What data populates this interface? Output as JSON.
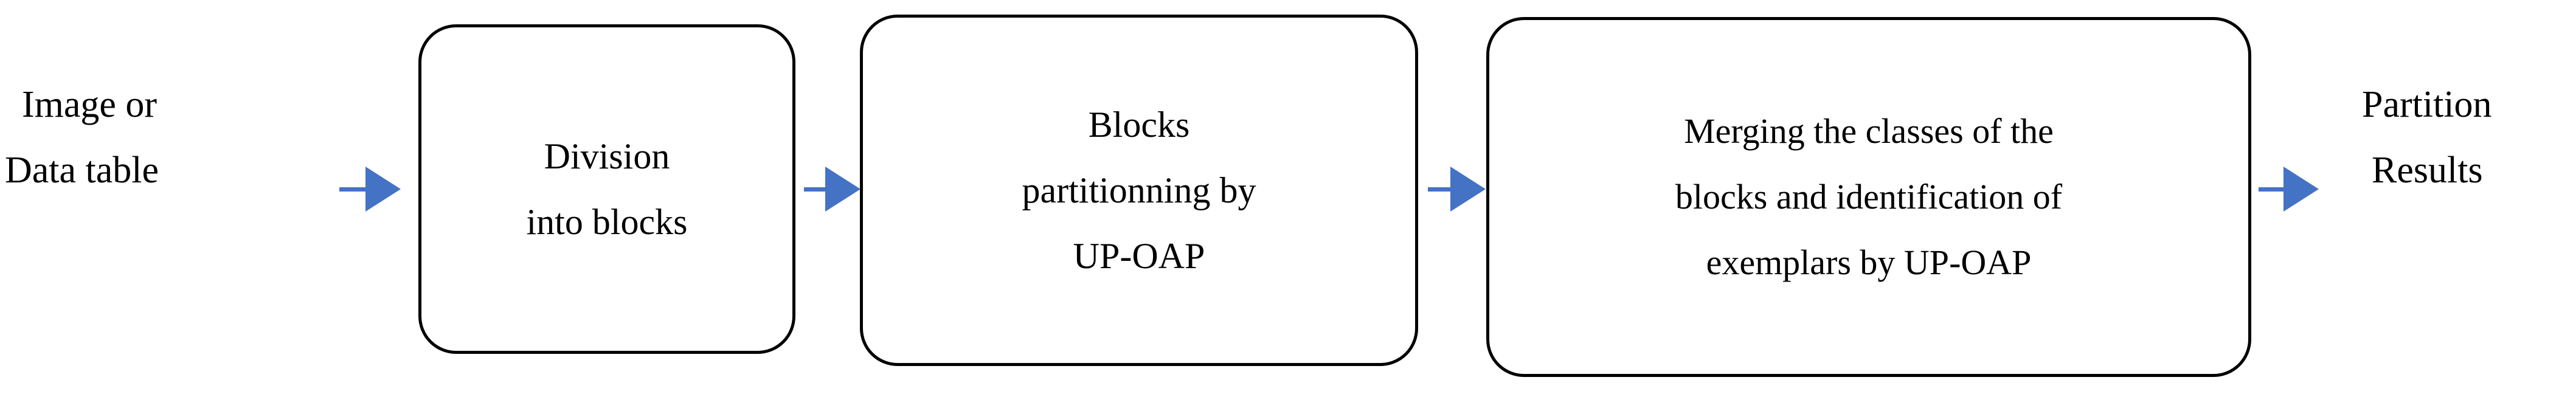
{
  "diagram": {
    "type": "flowchart",
    "orientation": "left-to-right",
    "accent_color": "#4472C4",
    "border_color": "#000000",
    "background_color": "#FFFFFF",
    "input_label": {
      "name": "input-label",
      "line1": "Image or",
      "line2": "Data table"
    },
    "output_label": {
      "name": "output-label",
      "line1": "Partition",
      "line2": "Results"
    },
    "boxes": [
      {
        "id": "box-1",
        "name": "division-into-blocks",
        "lines": [
          "Division",
          "into blocks"
        ]
      },
      {
        "id": "box-2",
        "name": "blocks-partitionning-by-up-oap",
        "lines": [
          "Blocks",
          "partitionning by",
          "UP-OAP"
        ]
      },
      {
        "id": "box-3",
        "name": "merging-classes-and-identification",
        "lines": [
          "Merging the classes of the",
          "blocks and identification of",
          "exemplars by UP-OAP"
        ]
      }
    ],
    "arrows": [
      {
        "id": "arrow-1",
        "name": "arrow-input-to-box1",
        "direction": "right"
      },
      {
        "id": "arrow-2",
        "name": "arrow-box1-to-box2",
        "direction": "right"
      },
      {
        "id": "arrow-3",
        "name": "arrow-box2-to-box3",
        "direction": "right"
      },
      {
        "id": "arrow-4",
        "name": "arrow-box3-to-output",
        "direction": "right"
      }
    ]
  }
}
